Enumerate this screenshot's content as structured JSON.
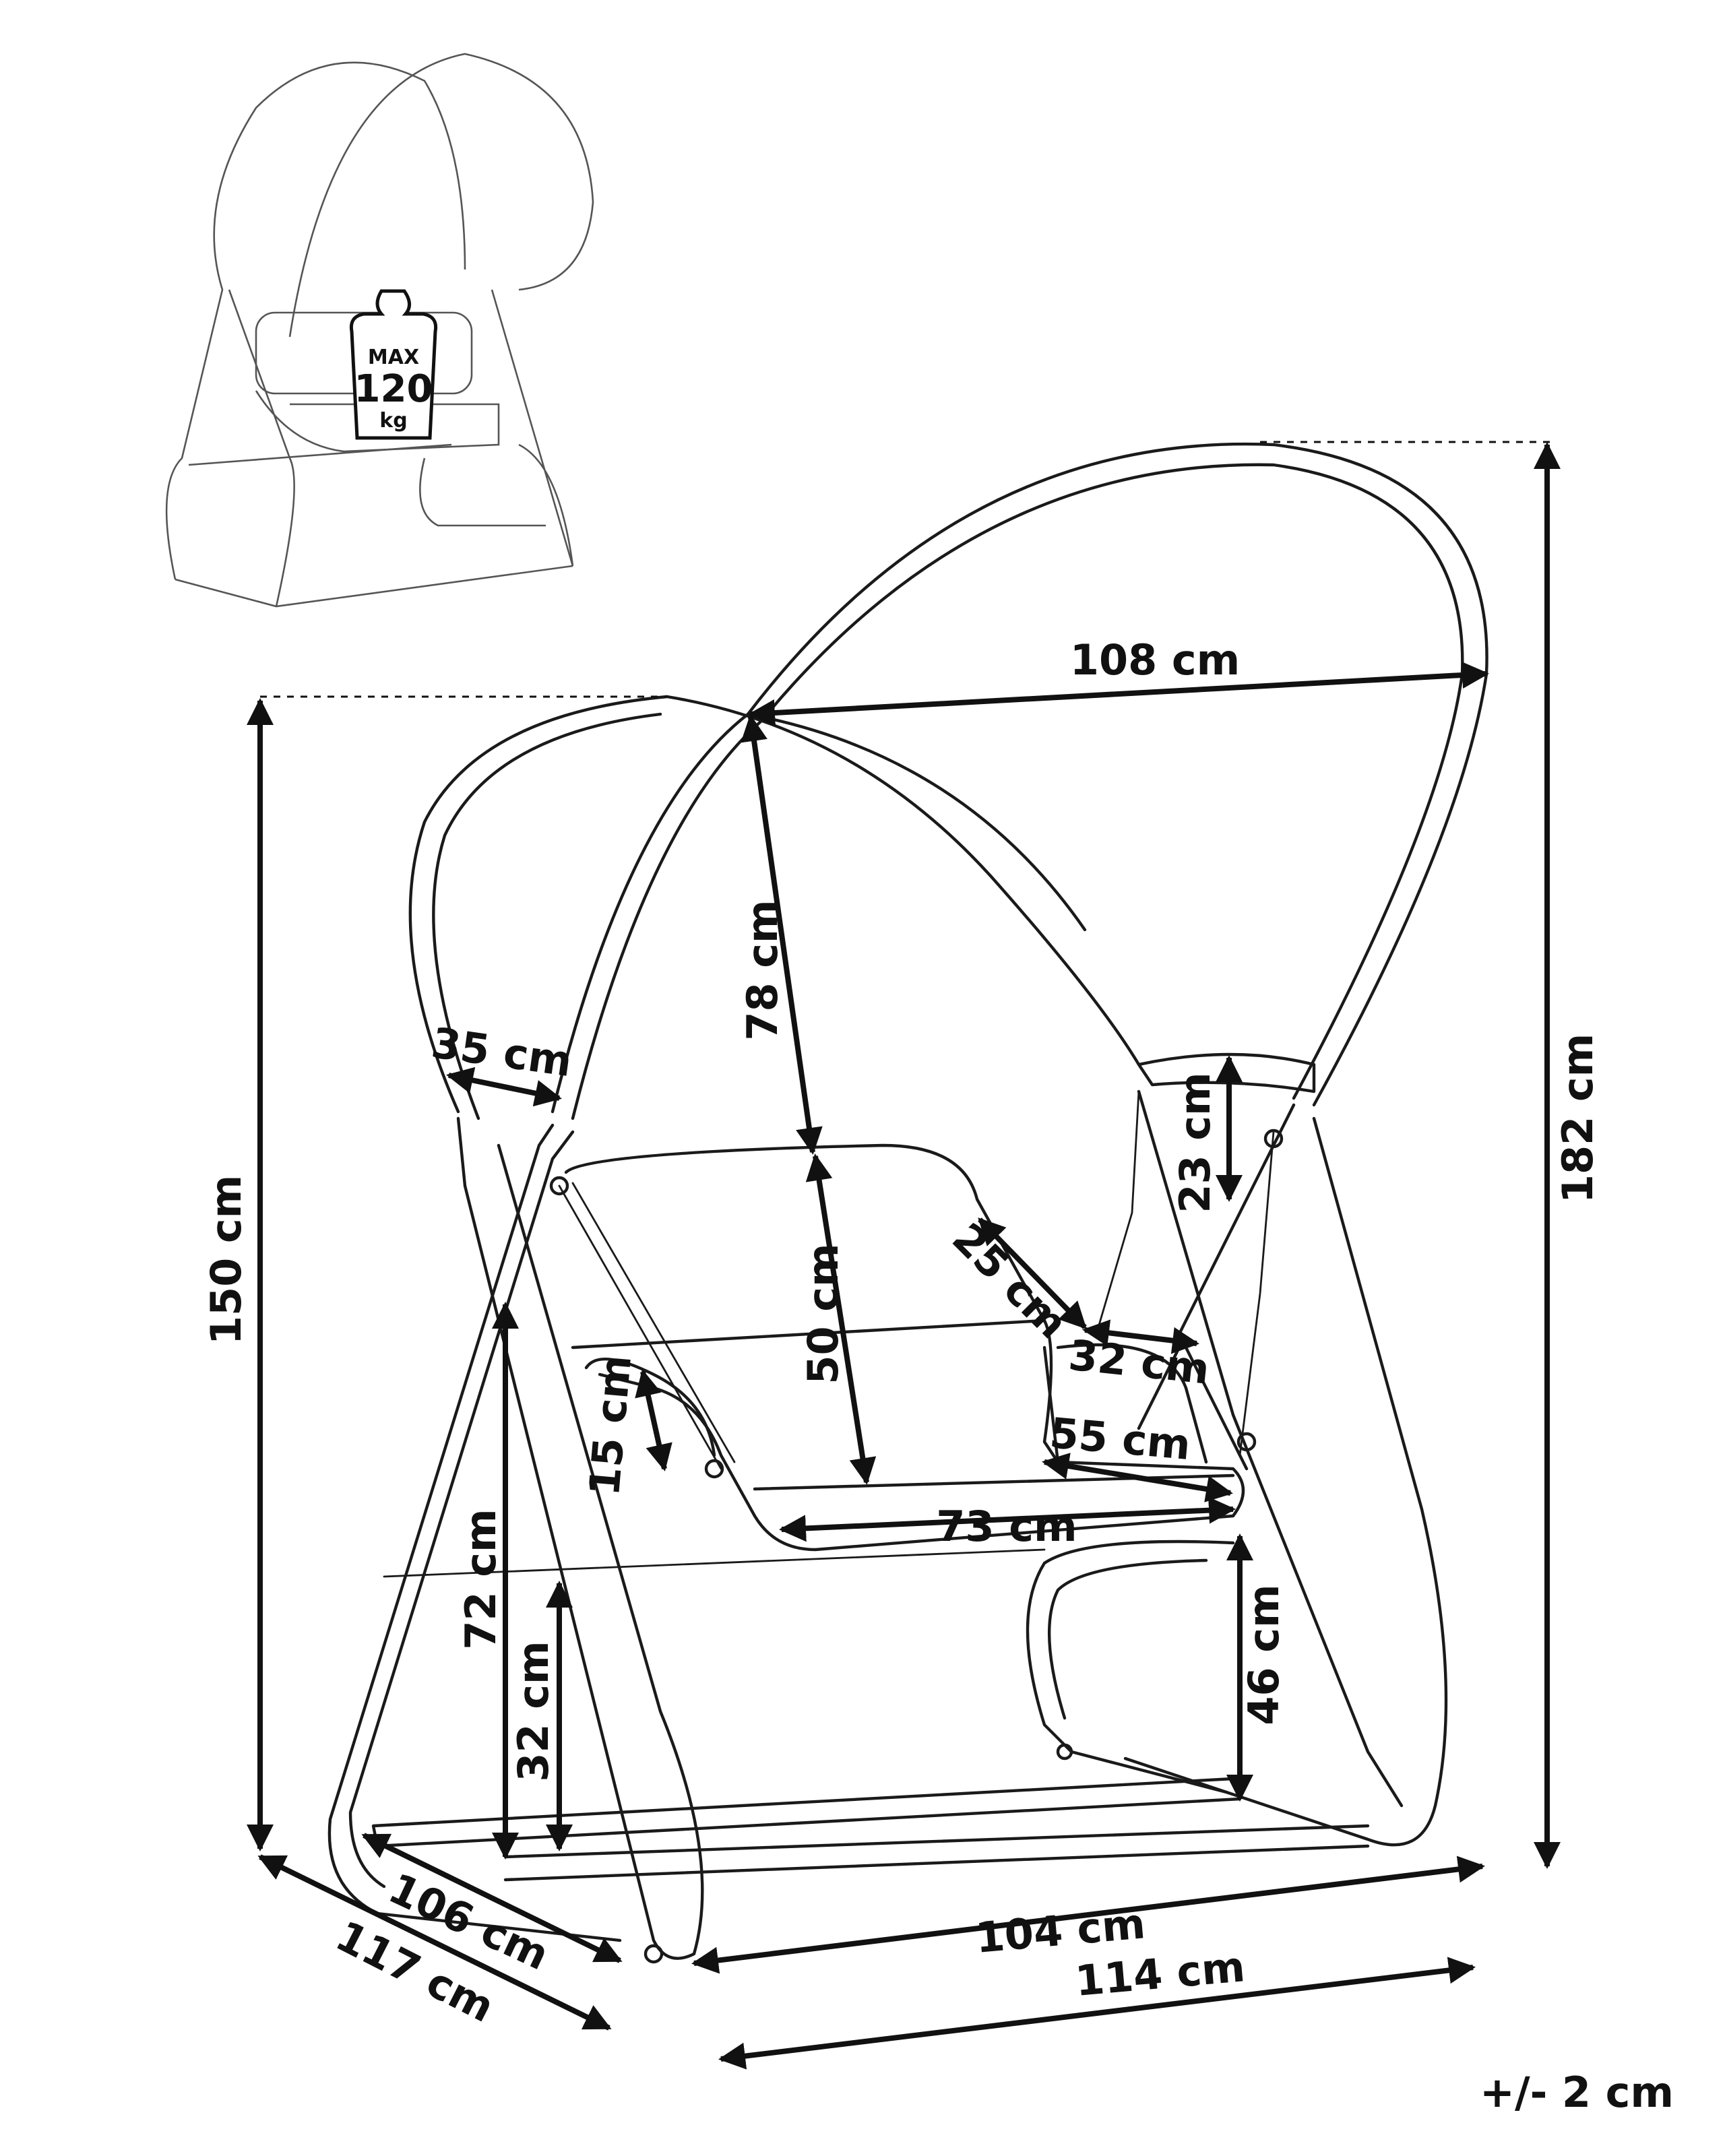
{
  "weight_icon": {
    "line1": "MAX",
    "line2": "120",
    "line3": "kg"
  },
  "dimensions": {
    "canopy_width": "108 cm",
    "canopy_depth": "78 cm",
    "tube_spacing": "35 cm",
    "backrest_height": "50 cm",
    "armrest_height": "25 cm",
    "chain_top": "23 cm",
    "armrest_depth": "32 cm",
    "side_height": "15 cm",
    "seat_depth": "55 cm",
    "seat_width": "73 cm",
    "seat_height_72": "72 cm",
    "base_height": "32 cm",
    "seat_height_46": "46 cm",
    "frame_height": "150 cm",
    "total_height": "182 cm",
    "inner_depth": "106 cm",
    "total_depth": "117 cm",
    "inner_width": "104 cm",
    "total_width": "114 cm"
  },
  "tolerance": "+/- 2 cm"
}
